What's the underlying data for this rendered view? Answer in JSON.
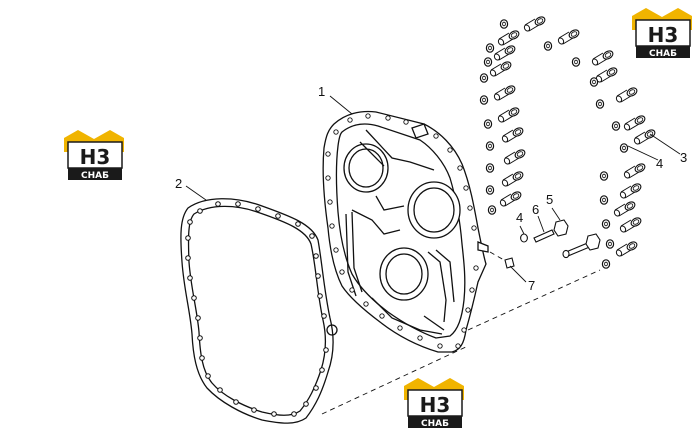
{
  "callouts": {
    "c1": "1",
    "c2": "2",
    "c3": "3",
    "c4a": "4",
    "c4b": "4",
    "c5": "5",
    "c6": "6",
    "c7": "7"
  },
  "watermark": {
    "mark": "H3",
    "word": "СНАБ",
    "colors": {
      "yellow": "#f0b400",
      "black": "#1a1a1a"
    }
  },
  "colors": {
    "line": "#111111"
  }
}
